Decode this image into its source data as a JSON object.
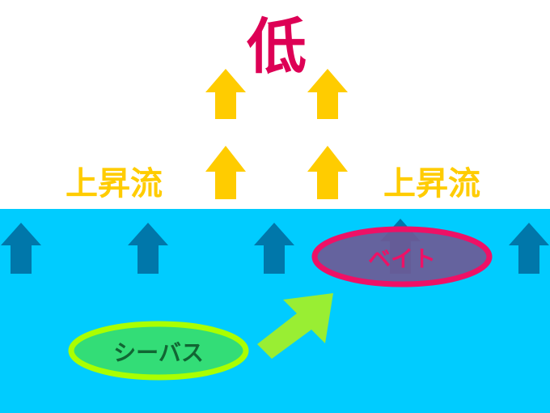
{
  "diagram": {
    "pressure_label": "低",
    "updraft_left": "上昇流",
    "updraft_right": "上昇流",
    "bait_label": "ベイト",
    "seabass_label": "シーバス"
  },
  "colors": {
    "sky": "#ffffff",
    "sea": "#00ccff",
    "updraft_arrow": "#ffcc00",
    "sea_arrow": "#0077aa",
    "pressure_text": "#dd0055",
    "updraft_text": "#ffcc00",
    "bait_fill": "#6e5a96",
    "bait_stroke": "#ee1166",
    "bait_text": "#ee1166",
    "seabass_fill": "#33dd77",
    "seabass_stroke": "#aaff00",
    "seabass_text": "#116633",
    "move_arrow": "#99ee33"
  },
  "icons": {
    "updraft": "arrow-up-icon",
    "sea_current": "arrow-up-icon",
    "movement": "arrow-up-right-icon"
  }
}
